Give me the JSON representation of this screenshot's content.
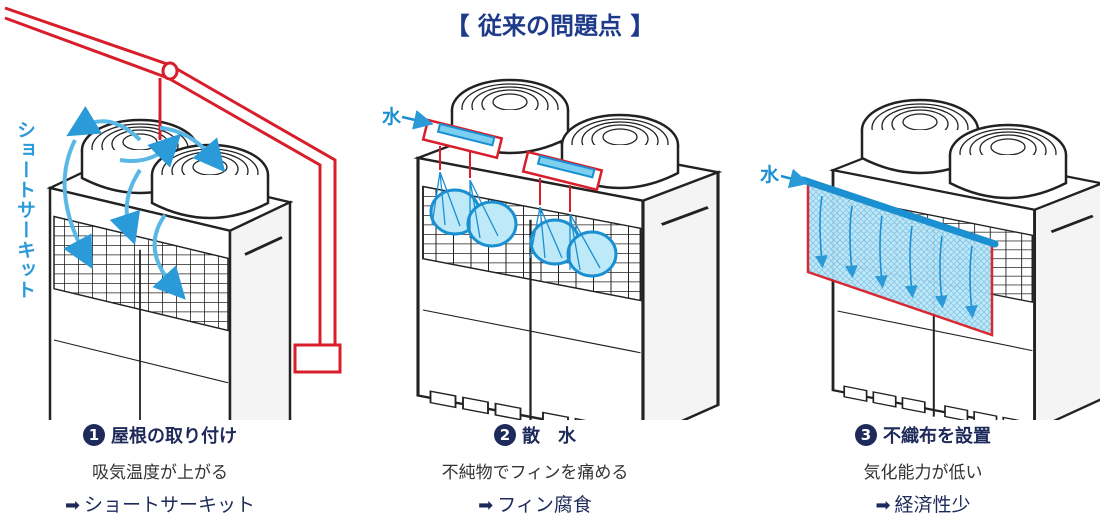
{
  "title": "【 従来の問題点 】",
  "panels": [
    {
      "number": "1",
      "heading": "屋根の取り付け",
      "description": "吸気温度が上がる",
      "result": "ショートサーキット",
      "side_label": "ショートサーキット"
    },
    {
      "number": "2",
      "heading": "散　水",
      "description": "不純物でフィンを痛める",
      "result": "フィン腐食",
      "water_label": "水"
    },
    {
      "number": "3",
      "heading": "不織布を設置",
      "description": "気化能力が低い",
      "result": "経済性少",
      "water_label": "水"
    }
  ],
  "result_arrow": "➡",
  "colors": {
    "accent_red": "#d81e2a",
    "water_blue": "#1a8fd1",
    "navy": "#1e2a5a"
  }
}
